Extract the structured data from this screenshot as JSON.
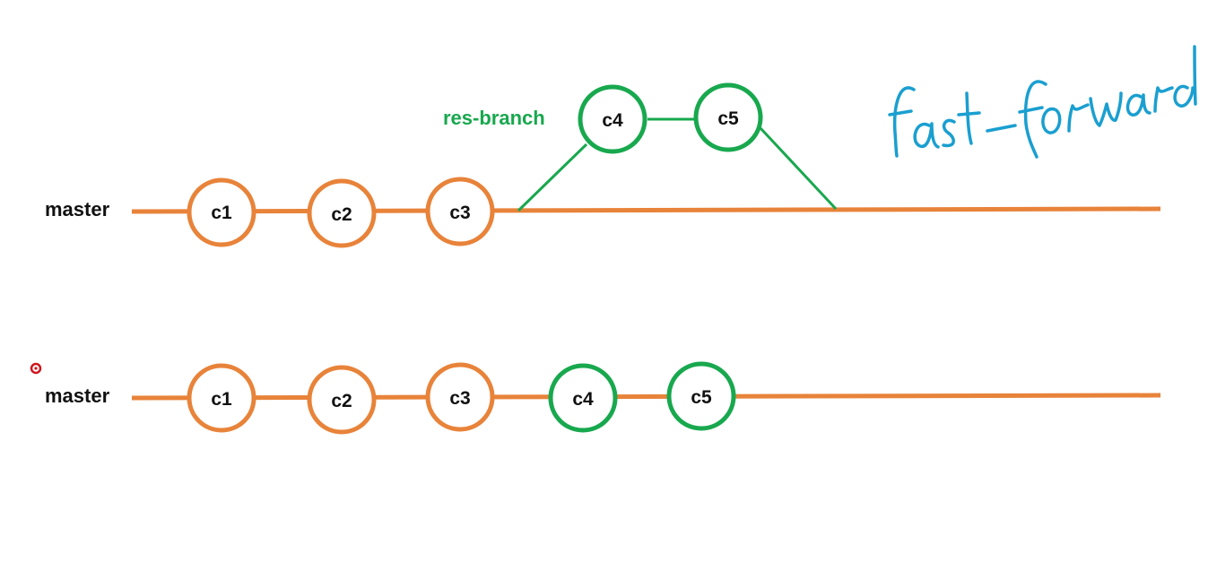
{
  "colors": {
    "master": "#e8833a",
    "branch": "#18a84e",
    "text": "#111111",
    "annotation": "#1a9fd0",
    "pointer": "#d0161e"
  },
  "annotation": {
    "text": "fast-forward",
    "style": "handwritten"
  },
  "before": {
    "master_label": "master",
    "branch_label": "res-branch",
    "master_commits": [
      "c1",
      "c2",
      "c3"
    ],
    "branch_commits": [
      "c4",
      "c5"
    ]
  },
  "after": {
    "master_label": "master",
    "commits": [
      {
        "label": "c1",
        "origin": "master"
      },
      {
        "label": "c2",
        "origin": "master"
      },
      {
        "label": "c3",
        "origin": "master"
      },
      {
        "label": "c4",
        "origin": "branch"
      },
      {
        "label": "c5",
        "origin": "branch"
      }
    ]
  },
  "icons": [
    "laser-pointer-icon"
  ]
}
